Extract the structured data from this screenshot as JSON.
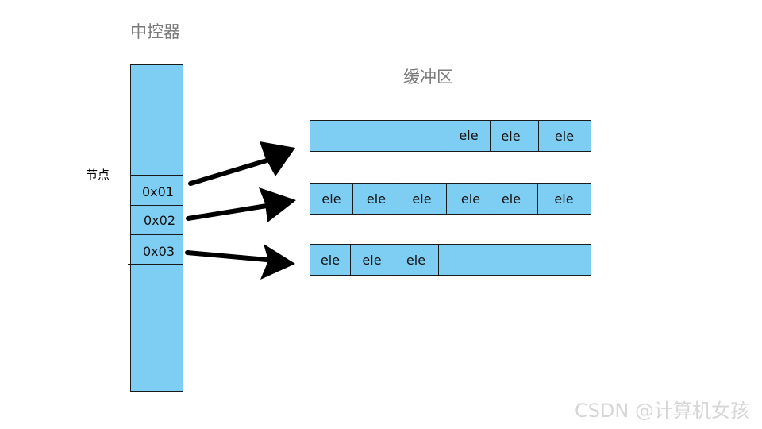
{
  "controller": {
    "title": "中控器",
    "node_label": "节点",
    "nodes": [
      "0x01",
      "0x02",
      "0x03"
    ],
    "fill_color": "#7ecef4"
  },
  "buffer": {
    "title": "缓冲区",
    "rows": [
      [
        "ele",
        "ele",
        "ele"
      ],
      [
        "ele",
        "ele",
        "ele",
        "ele",
        "ele",
        "ele"
      ],
      [
        "ele",
        "ele",
        "ele"
      ]
    ],
    "fill_color": "#7ecef4"
  },
  "watermark": "CSDN @计算机女孩"
}
